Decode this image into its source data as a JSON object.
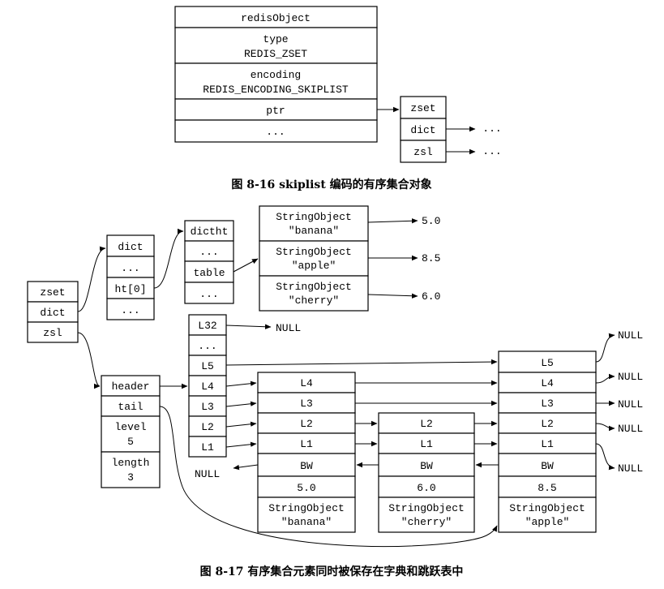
{
  "fig16": {
    "object": [
      "redisObject",
      "type",
      "REDIS_ZSET",
      "encoding",
      "REDIS_ENCODING_SKIPLIST",
      "ptr",
      "..."
    ],
    "zset": [
      "zset",
      "dict",
      "zsl"
    ],
    "ellipsis": "...",
    "caption": "图 8-16   skiplist 编码的有序集合对象"
  },
  "fig17": {
    "zset": [
      "zset",
      "dict",
      "zsl"
    ],
    "dict": [
      "dict",
      "...",
      "ht[0]",
      "..."
    ],
    "dictht": [
      "dictht",
      "...",
      "table",
      "..."
    ],
    "entries": [
      {
        "type": "StringObject",
        "member": "\"banana\"",
        "score": "5.0"
      },
      {
        "type": "StringObject",
        "member": "\"apple\"",
        "score": "8.5"
      },
      {
        "type": "StringObject",
        "member": "\"cherry\"",
        "score": "6.0"
      }
    ],
    "zsl": [
      "header",
      "tail",
      "level",
      "5",
      "length",
      "3"
    ],
    "header_levels": [
      "L32",
      "...",
      "L5",
      "L4",
      "L3",
      "L2",
      "L1"
    ],
    "null": "NULL",
    "nodes": [
      {
        "levels": [
          "L4",
          "L3",
          "L2",
          "L1"
        ],
        "bw": "BW",
        "score": "5.0",
        "obj": "StringObject",
        "member": "\"banana\""
      },
      {
        "levels": [
          "L2",
          "L1"
        ],
        "bw": "BW",
        "score": "6.0",
        "obj": "StringObject",
        "member": "\"cherry\""
      },
      {
        "levels": [
          "L5",
          "L4",
          "L3",
          "L2",
          "L1"
        ],
        "bw": "BW",
        "score": "8.5",
        "obj": "StringObject",
        "member": "\"apple\""
      }
    ],
    "caption": "图 8-17   有序集合元素同时被保存在字典和跳跃表中"
  }
}
